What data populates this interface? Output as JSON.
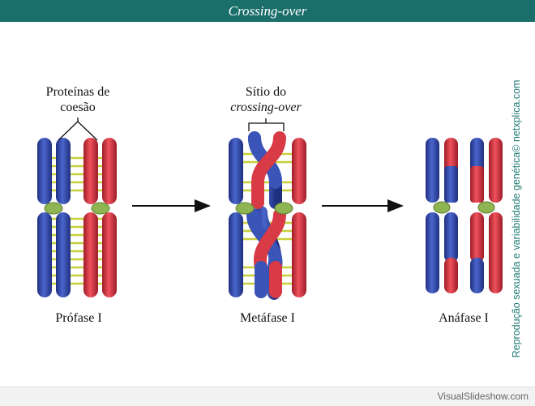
{
  "header": {
    "title": "Crossing-over"
  },
  "labels": {
    "cohesion_line1": "Proteínas de",
    "cohesion_line2": "coesão",
    "site_line1": "Sítio do",
    "site_line2": "crossing-over"
  },
  "stages": {
    "prophase": "Prófase I",
    "metaphase": "Metáfase I",
    "anaphase": "Anáfase I"
  },
  "credit": "Reprodução sexuada e variabilidade genética© netxplica.com",
  "footer": {
    "text": "VisualSlideshow.com"
  },
  "colors": {
    "header_bg": "#1b6f6b",
    "blue_chromosome": "#3048a8",
    "red_chromosome": "#d2303c",
    "cohesin": "#c8cf3a",
    "centromere": "#8fb552",
    "credit_text": "#1e7a72"
  }
}
